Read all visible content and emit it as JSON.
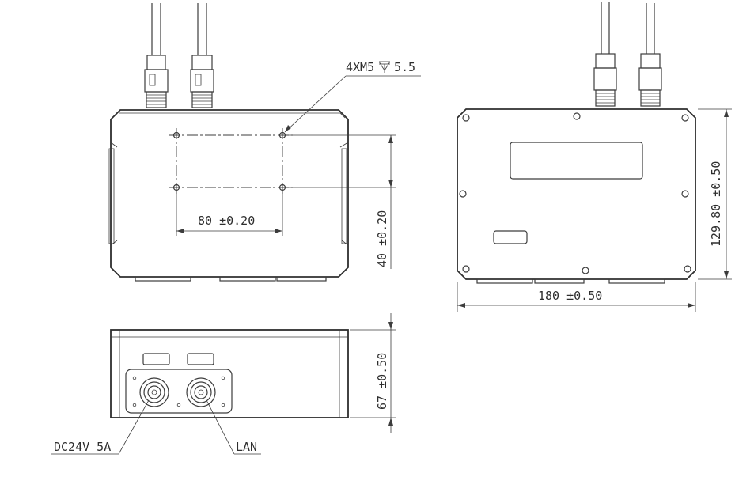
{
  "labels": {
    "hole_spec": "4XM5",
    "hole_depth": "5.5",
    "hole_spacing_x": "80 ±0.20",
    "hole_spacing_y": "40 ±0.20",
    "height_side": "129.80 ±0.50",
    "width_side": "180 ±0.50",
    "depth_bottom": "67 ±0.50",
    "power_port": "DC24V 5A",
    "lan_port": "LAN"
  }
}
